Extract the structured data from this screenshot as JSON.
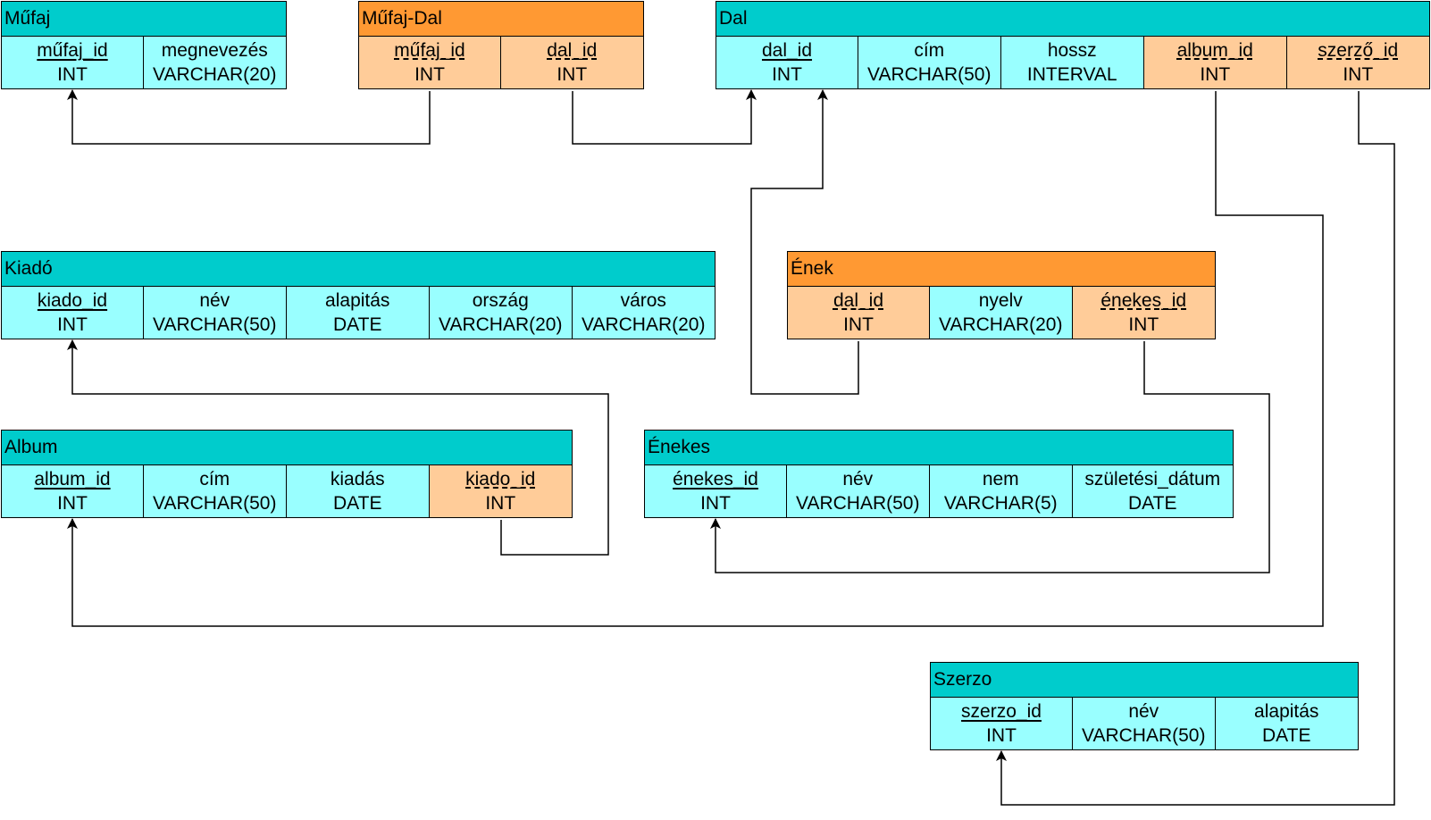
{
  "colors": {
    "header_blue": "#00cccc",
    "header_orange": "#ff9933",
    "cell_blue": "#99ffff",
    "cell_orange": "#ffcc99"
  },
  "entities": {
    "mufaj": {
      "title": "Műfaj",
      "fields": [
        {
          "name": "műfaj_id",
          "type": "INT"
        },
        {
          "name": "megnevezés",
          "type": "VARCHAR(20)"
        }
      ]
    },
    "mufaj_dal": {
      "title": "Műfaj-Dal",
      "fields": [
        {
          "name": "műfaj_id",
          "type": "INT"
        },
        {
          "name": "dal_id",
          "type": "INT"
        }
      ]
    },
    "dal": {
      "title": "Dal",
      "fields": [
        {
          "name": "dal_id",
          "type": "INT"
        },
        {
          "name": "cím",
          "type": "VARCHAR(50)"
        },
        {
          "name": "hossz",
          "type": "INTERVAL"
        },
        {
          "name": "album_id",
          "type": "INT"
        },
        {
          "name": "szerző_id",
          "type": "INT"
        }
      ]
    },
    "kiado": {
      "title": "Kiadó",
      "fields": [
        {
          "name": "kiado_id",
          "type": "INT"
        },
        {
          "name": "név",
          "type": "VARCHAR(50)"
        },
        {
          "name": "alapitás",
          "type": "DATE"
        },
        {
          "name": "ország",
          "type": "VARCHAR(20)"
        },
        {
          "name": "város",
          "type": "VARCHAR(20)"
        }
      ]
    },
    "enek": {
      "title": "Ének",
      "fields": [
        {
          "name": "dal_id",
          "type": "INT"
        },
        {
          "name": "nyelv",
          "type": "VARCHAR(20)"
        },
        {
          "name": "énekes_id",
          "type": "INT"
        }
      ]
    },
    "album": {
      "title": "Album",
      "fields": [
        {
          "name": "album_id",
          "type": "INT"
        },
        {
          "name": "cím",
          "type": "VARCHAR(50)"
        },
        {
          "name": "kiadás",
          "type": "DATE"
        },
        {
          "name": "kiado_id",
          "type": "INT"
        }
      ]
    },
    "enekes": {
      "title": "Énekes",
      "fields": [
        {
          "name": "énekes_id",
          "type": "INT"
        },
        {
          "name": "név",
          "type": "VARCHAR(50)"
        },
        {
          "name": "nem",
          "type": "VARCHAR(5)"
        },
        {
          "name": "születési_dátum",
          "type": "DATE"
        }
      ]
    },
    "szerzo": {
      "title": "Szerzo",
      "fields": [
        {
          "name": "szerzo_id",
          "type": "INT"
        },
        {
          "name": "név",
          "type": "VARCHAR(50)"
        },
        {
          "name": "alapitás",
          "type": "DATE"
        }
      ]
    }
  }
}
